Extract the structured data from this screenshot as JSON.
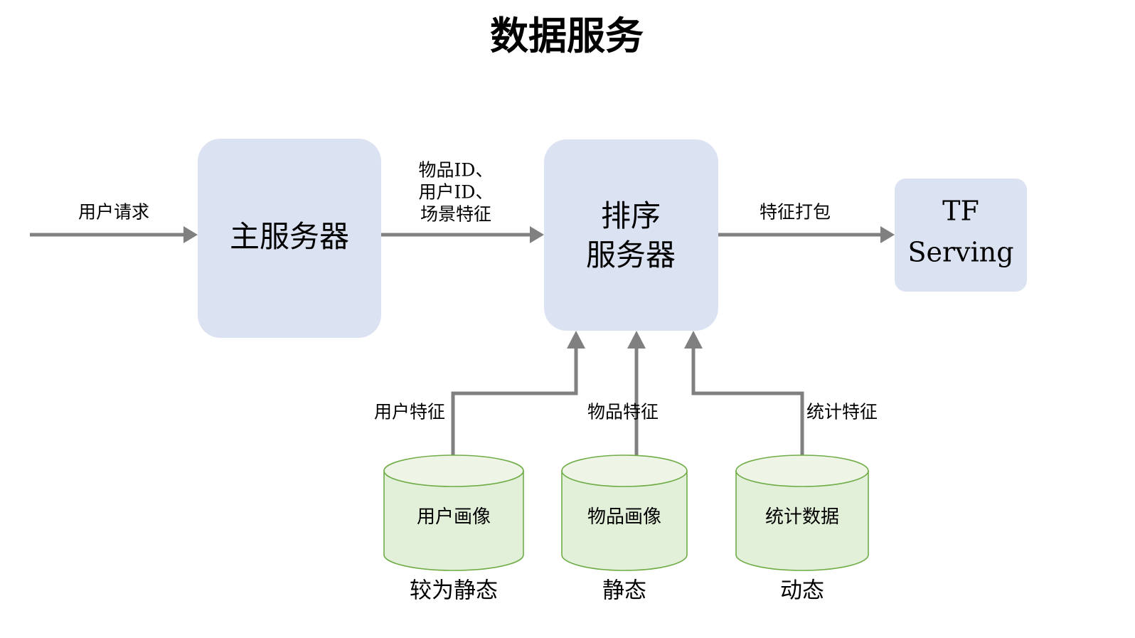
{
  "title": "数据服务",
  "nodes": {
    "main_server": {
      "label": "主服务器"
    },
    "rank_server": {
      "line1": "排序",
      "line2": "服务器"
    },
    "tf_serving": {
      "line1": "TF",
      "line2": "Serving"
    }
  },
  "edges": {
    "user_request": "用户请求",
    "to_rank_line1": "物品ID、",
    "to_rank_line2": "用户ID、",
    "to_rank_line3": "场景特征",
    "feature_pack": "特征打包",
    "user_feature": "用户特征",
    "item_feature": "物品特征",
    "stat_feature": "统计特征"
  },
  "datastores": [
    {
      "label": "用户画像",
      "caption": "较为静态"
    },
    {
      "label": "物品画像",
      "caption": "静态"
    },
    {
      "label": "统计数据",
      "caption": "动态"
    }
  ],
  "colors": {
    "process_fill": "#dbe2f2",
    "cylinder_fill": "#e2efd9",
    "cylinder_top_fill": "#eef5e7",
    "cylinder_stroke": "#70ad47",
    "connector": "#808080",
    "text": "#000000",
    "background": "#ffffff"
  }
}
